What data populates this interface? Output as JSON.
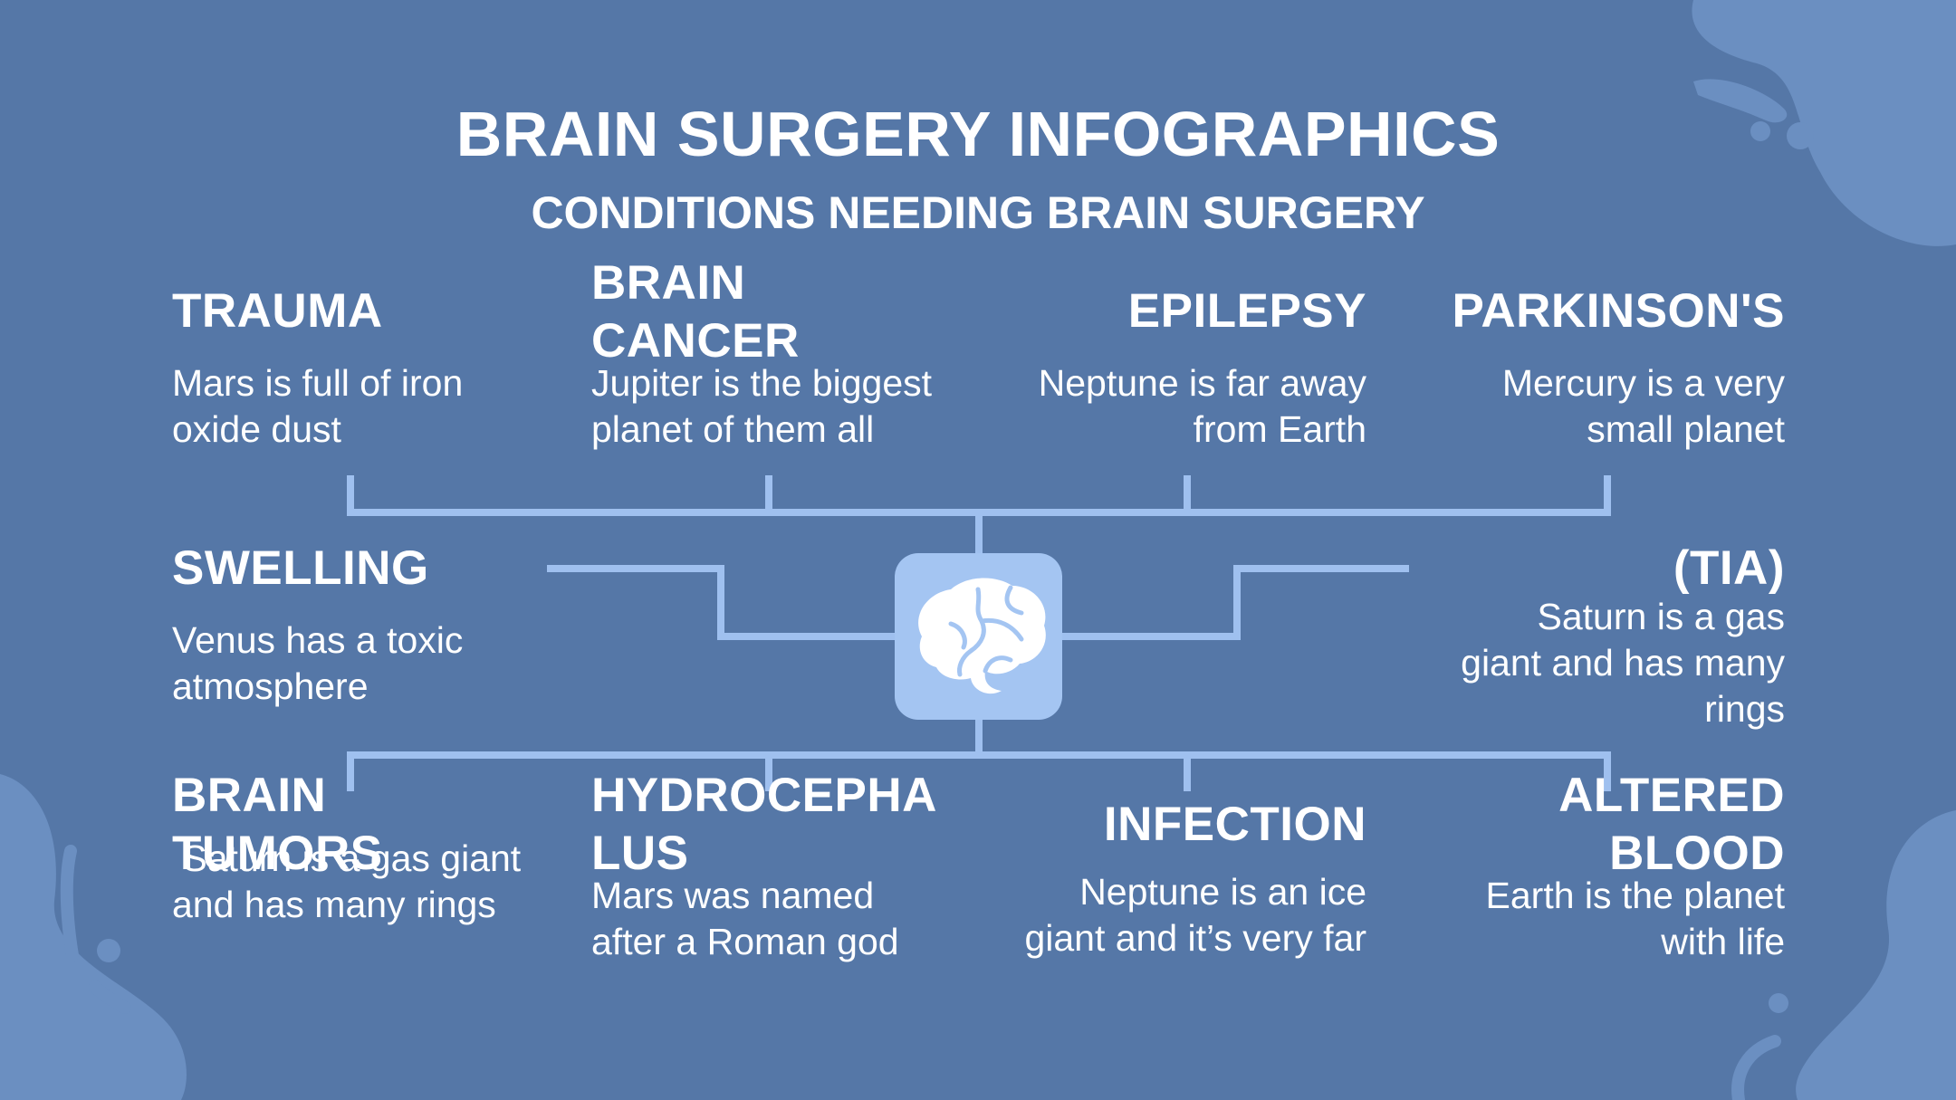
{
  "title": "BRAIN SURGERY INFOGRAPHICS",
  "subtitle": "CONDITIONS NEEDING BRAIN SURGERY",
  "colors": {
    "background": "#5577a7",
    "connector": "#9fc0ef",
    "icon_box": "#a4c5f2",
    "blob": "#6b8fc1",
    "text": "#ffffff"
  },
  "center_icon": "brain-icon",
  "conditions": {
    "trauma": {
      "title": "TRAUMA",
      "text": "Mars is full of iron oxide dust"
    },
    "brain_cancer": {
      "title": "BRAIN CANCER",
      "text": "Jupiter is the biggest planet of them all"
    },
    "epilepsy": {
      "title": "EPILEPSY",
      "text": "Neptune is far away from Earth"
    },
    "parkinsons": {
      "title": "PARKINSON'S",
      "text": "Mercury is a very small planet"
    },
    "swelling": {
      "title": "SWELLING",
      "text": "Venus has a toxic atmosphere"
    },
    "tia": {
      "title": "(TIA)",
      "text": "Saturn is a gas giant and has many rings"
    },
    "brain_tumors": {
      "title": "BRAIN TUMORS",
      "text": " Saturn is a gas giant and has many rings"
    },
    "hydrocephalus": {
      "title": "HYDROCEPHALUS",
      "text": "Mars was named after a Roman god"
    },
    "infection": {
      "title": "INFECTION",
      "text": "Neptune is an ice giant and it’s very far"
    },
    "altered_blood": {
      "title": "ALTERED BLOOD",
      "text": "Earth is the planet with life"
    }
  }
}
